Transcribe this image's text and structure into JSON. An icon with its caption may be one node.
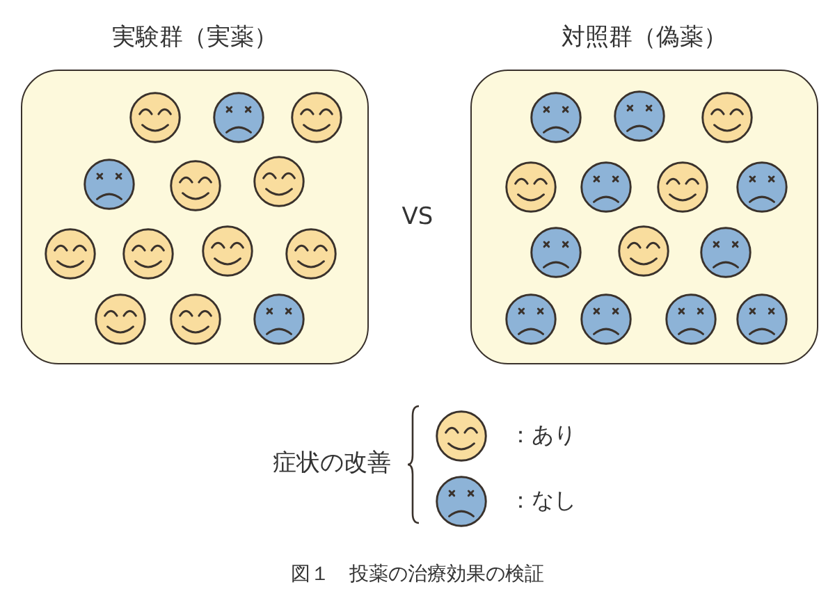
{
  "diagram": {
    "caption": "図１　投薬の治療効果の検証",
    "nodes": [
      {
        "text": [
          "実験群（実薬）"
        ]
      },
      {
        "text": [
          "対照群（偽薬）"
        ]
      }
    ],
    "labels": [
      "VS",
      "症状の改善"
    ],
    "legend": [
      {
        "text": "：あり"
      },
      {
        "text": "：なし"
      }
    ]
  }
}
